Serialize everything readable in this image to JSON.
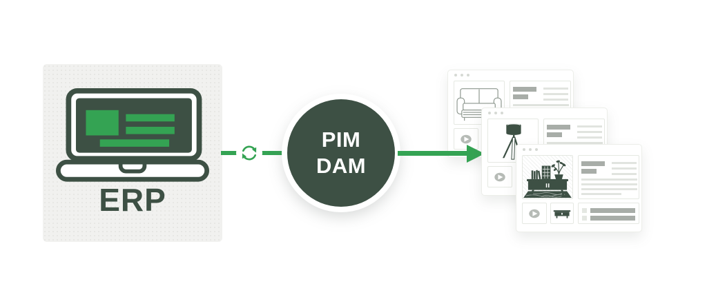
{
  "diagram": {
    "source": {
      "label": "ERP",
      "icon": "laptop-icon"
    },
    "flow_left": {
      "icon": "sync-icon"
    },
    "hub": {
      "label_line1": "PIM",
      "label_line2": "DAM"
    },
    "flow_right": {
      "icon": "arrow-right-icon"
    },
    "output_cards": [
      {
        "name": "sofa-product-page",
        "image": "sofa-line-art",
        "thumbnails": [
          "play-video",
          "placeholder"
        ]
      },
      {
        "name": "floor-lamp-product-page",
        "image": "floor-lamp-illustration",
        "thumbnails": [
          "play-video",
          "placeholder"
        ]
      },
      {
        "name": "sideboard-product-page",
        "image": "sideboard-illustration",
        "thumbnails": [
          "play-video",
          "sideboard-thumb"
        ]
      }
    ]
  },
  "colors": {
    "accent_green": "#34A353",
    "dark_green": "#3D5044",
    "erp_box_bg": "#F1F1EF",
    "placeholder_dark": "#A8ADA8",
    "placeholder_light": "#E1E4DF",
    "play_button_gray": "#B6BBB6"
  }
}
